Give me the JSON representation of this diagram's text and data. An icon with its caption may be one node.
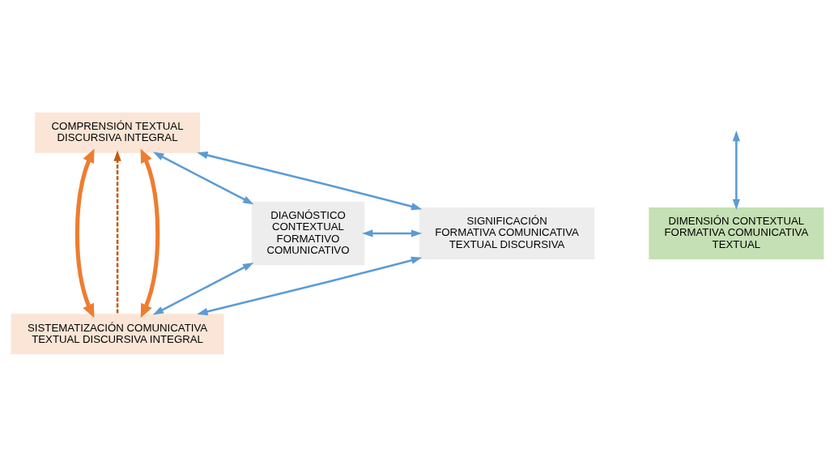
{
  "diagram": {
    "nodes": [
      {
        "text": [
          "COMPRENSIÓN TEXTUAL DISCURSIVA INTEGRAL"
        ]
      },
      {
        "text": [
          "DIAGNÓSTICO CONTEXTUAL FORMATIVO COMUNICATIVO"
        ]
      },
      {
        "text": [
          "SIGNIFICACIÓN FORMATIVA COMUNICATIVA TEXTUAL DISCURSIVA"
        ]
      },
      {
        "text": [
          "DIMENSIÓN CONTEXTUAL FORMATIVA COMUNICATIVA TEXTUAL"
        ]
      },
      {
        "text": [
          "SISTEMATIZACIÓN COMUNICATIVA TEXTUAL DISCURSIVA INTEGRAL"
        ]
      }
    ],
    "edges": [
      {
        "from": 1,
        "to": 0,
        "arrow": "both"
      },
      {
        "from": 0,
        "to": 2,
        "arrow": "both"
      },
      {
        "from": 1,
        "to": 2,
        "arrow": "both"
      },
      {
        "from": 1,
        "to": 4,
        "arrow": "both"
      },
      {
        "from": 2,
        "to": 4,
        "arrow": "both"
      },
      {
        "from": 4,
        "to": 0,
        "arrow": "to",
        "style": "dashed",
        "color": "#c55a11"
      },
      {
        "from": 0,
        "to": 4,
        "arrow": "both",
        "style": "thick",
        "color": "#ed7d31"
      },
      {
        "from": 0,
        "to": 4,
        "arrow": "both",
        "style": "thick",
        "color": "#ed7d31"
      },
      {
        "from": null,
        "to": 3,
        "arrow": "both"
      }
    ]
  }
}
